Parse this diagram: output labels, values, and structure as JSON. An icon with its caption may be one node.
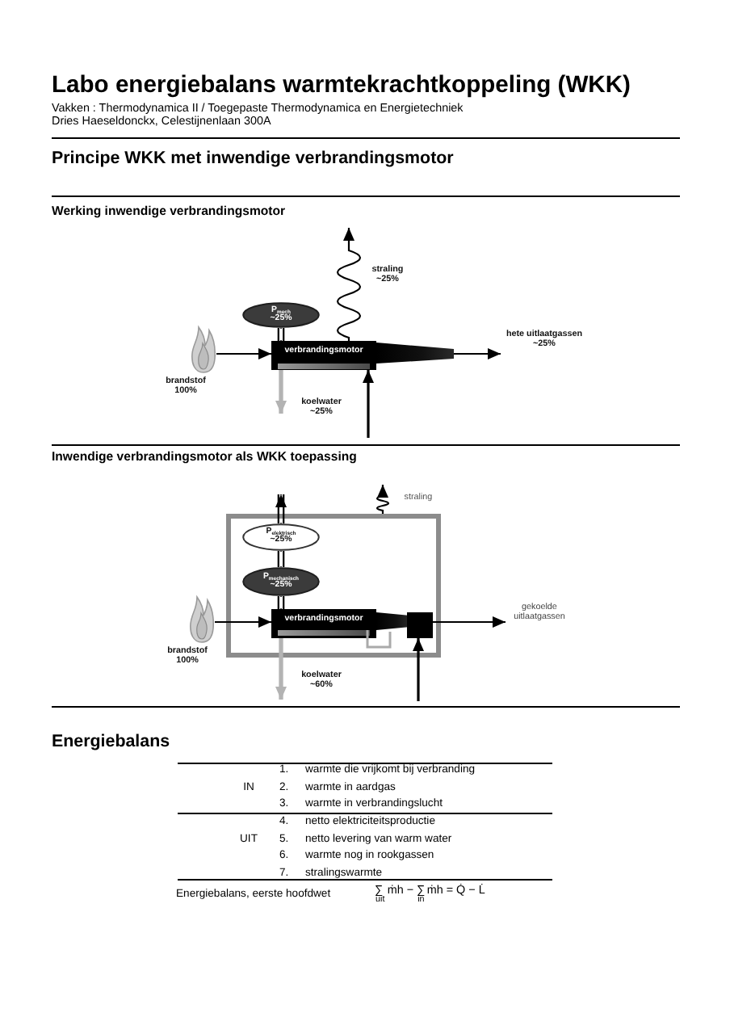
{
  "diagram": {
    "title": "Labo energiebalans warmtekrachtkoppeling (WKK)",
    "nodes": [
      {
        "text": [],
        "shape": "picture",
        "beside": [
          "brandstof 100%"
        ]
      },
      {
        "text": [
          "P$_{mech}$ ~25%"
        ]
      },
      {
        "text": [
          "verbrandingsmotor"
        ]
      },
      {
        "text": [
          "hete uitlaatgassen ~25%"
        ]
      },
      {
        "text": [],
        "shape": "box"
      },
      {
        "text": [
          "P$_{elektrisch}$ ~25%"
        ],
        "in": 4
      },
      {
        "text": [
          "P$_{mechanisch}$ ~25%"
        ],
        "in": 4
      },
      {
        "text": [],
        "shape": "picture",
        "beside": [
          "brandstof 100%"
        ]
      },
      {
        "text": [
          "verbrandingsmotor"
        ],
        "in": 4
      },
      {
        "text": [
          "gekoelde uitlaatgassen"
        ]
      }
    ],
    "edges": [
      {
        "from": 0,
        "to": 2,
        "arrow": "to"
      },
      {
        "from": 2,
        "to": 1,
        "arrow": "none"
      },
      {
        "from": 2,
        "to": null,
        "arrow": "to",
        "label": "straling ~25%"
      },
      {
        "from": 2,
        "to": 3,
        "arrow": "to"
      },
      {
        "from": 2,
        "to": null,
        "arrow": "to",
        "label": "koelwater ~25%",
        "style": "thick",
        "color": "#b3b3b3"
      },
      {
        "from": null,
        "to": 2,
        "arrow": "to"
      },
      {
        "from": 5,
        "to": null,
        "arrow": "to"
      },
      {
        "from": 6,
        "to": 5,
        "arrow": "none"
      },
      {
        "from": 8,
        "to": 6,
        "arrow": "none"
      },
      {
        "from": 4,
        "to": null,
        "arrow": "to",
        "label": "straling"
      },
      {
        "from": 7,
        "to": 8,
        "arrow": "to"
      },
      {
        "from": 8,
        "to": 9,
        "arrow": "to"
      },
      {
        "from": 8,
        "to": null,
        "arrow": "to",
        "label": "koelwater ~60%",
        "style": "thick",
        "color": "#b3b3b3"
      },
      {
        "from": null,
        "to": 8,
        "arrow": "to"
      }
    ],
    "labels": [
      "Vakken : Thermodynamica II / Toegepaste Thermodynamica en Energietechniek",
      "Dries Haeseldonckx, Celestijnenlaan 300A",
      "Principe WKK met inwendige verbrandingsmotor",
      "Werking inwendige verbrandingsmotor",
      "Inwendige verbrandingsmotor als WKK toepassing",
      "Energiebalans",
      "IN",
      "1.",
      "warmte die vrijkomt bij verbranding",
      "2.",
      "warmte in aardgas",
      "3.",
      "warmte in verbrandingslucht",
      "UIT",
      "4.",
      "netto elektriciteitsproductie",
      "5.",
      "netto levering van warm water",
      "6.",
      "warmte nog in rookgassen",
      "7.",
      "stralingswarmte",
      "Energiebalans, eerste hoofdwet",
      "∑$_{uit}$ṁh − ∑$_{in}$ṁh = Q̇ − L̇"
    ]
  }
}
